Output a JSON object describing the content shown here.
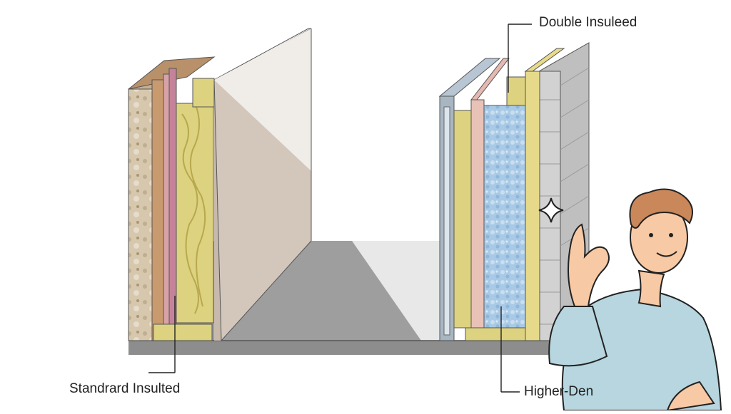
{
  "labels": {
    "left_wall": "Standrard Insulted",
    "top_right": "Double Insuleed",
    "bottom_right": "Higher-Den"
  },
  "colors": {
    "stone": "#d7c7ad",
    "timber": "#c99a6e",
    "pink_membrane": "#d9a2a7",
    "mineral_wool": "#ddd27f",
    "plasterboard": "#d3c7bc",
    "eps_foam": "#a9cae6",
    "metal_frame": "#a8b6c2",
    "block": "#d2d2d2",
    "slab": "#a7a7a7",
    "shirt": "#b7d6df",
    "skin": "#f7c9a4",
    "hair": "#c9875a"
  },
  "icons": [
    "sparkle-icon"
  ]
}
